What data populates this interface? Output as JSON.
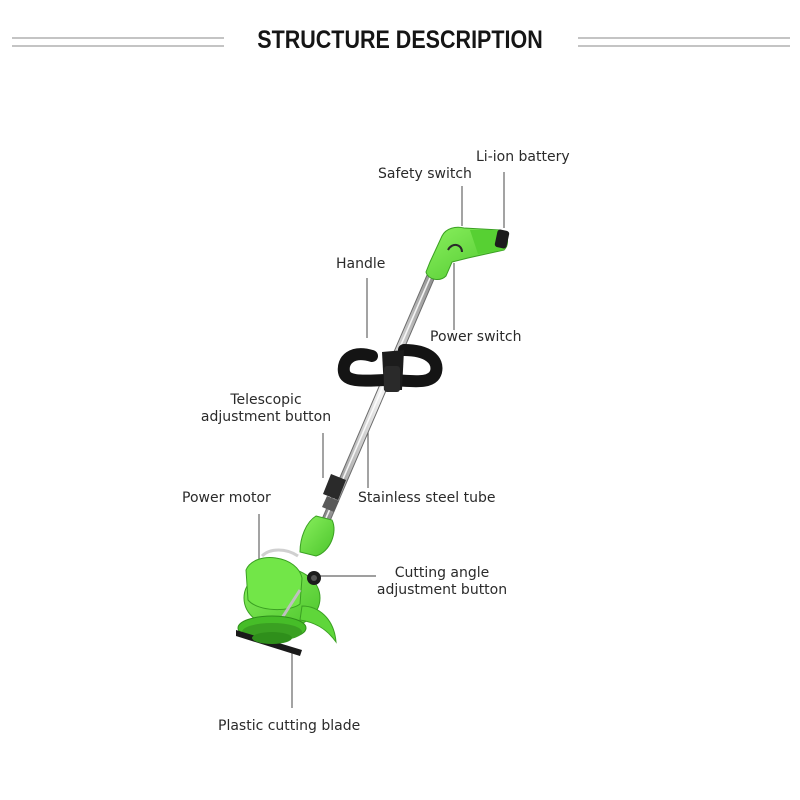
{
  "title": "STRUCTURE DESCRIPTION",
  "colors": {
    "body_green": "#66e040",
    "dark_green": "#3fae24",
    "black": "#1c1c1c",
    "steel": "#b8b8b8",
    "rule": "#c4c4c4"
  },
  "labels": {
    "li_ion_battery": "Li-ion battery",
    "safety_switch": "Safety switch",
    "handle": "Handle",
    "power_switch": "Power switch",
    "telescopic_1": "Telescopic",
    "telescopic_2": "adjustment button",
    "stainless_tube": "Stainless steel tube",
    "power_motor": "Power motor",
    "cutting_angle_1": "Cutting angle",
    "cutting_angle_2": "adjustment button",
    "plastic_blade": "Plastic cutting blade"
  }
}
